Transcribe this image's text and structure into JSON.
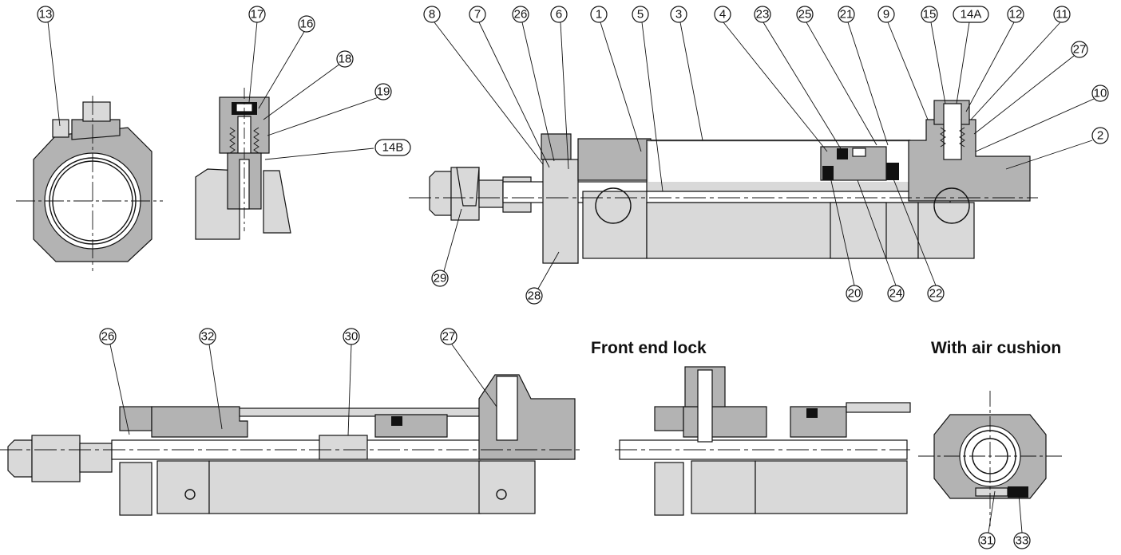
{
  "captions": {
    "front_end_lock": "Front end lock",
    "with_air_cushion": "With air cushion"
  },
  "callouts": {
    "n13": "13",
    "n17": "17",
    "n16": "16",
    "n18": "18",
    "n19": "19",
    "n14b": "14B",
    "n8": "8",
    "n7": "7",
    "n26": "26",
    "n6": "6",
    "n1": "1",
    "n5": "5",
    "n3": "3",
    "n4": "4",
    "n23": "23",
    "n25": "25",
    "n21": "21",
    "n9": "9",
    "n15": "15",
    "n14a": "14A",
    "n12": "12",
    "n11": "11",
    "n27": "27",
    "n10": "10",
    "n2": "2",
    "n29": "29",
    "n28": "28",
    "n20": "20",
    "n24": "24",
    "n22": "22",
    "n26b": "26",
    "n32": "32",
    "n30": "30",
    "n27b": "27",
    "n31": "31",
    "n33": "33"
  },
  "colors": {
    "section_fill": "#b3b3b3",
    "body_fill": "#d9d9d9",
    "line": "#111111"
  }
}
